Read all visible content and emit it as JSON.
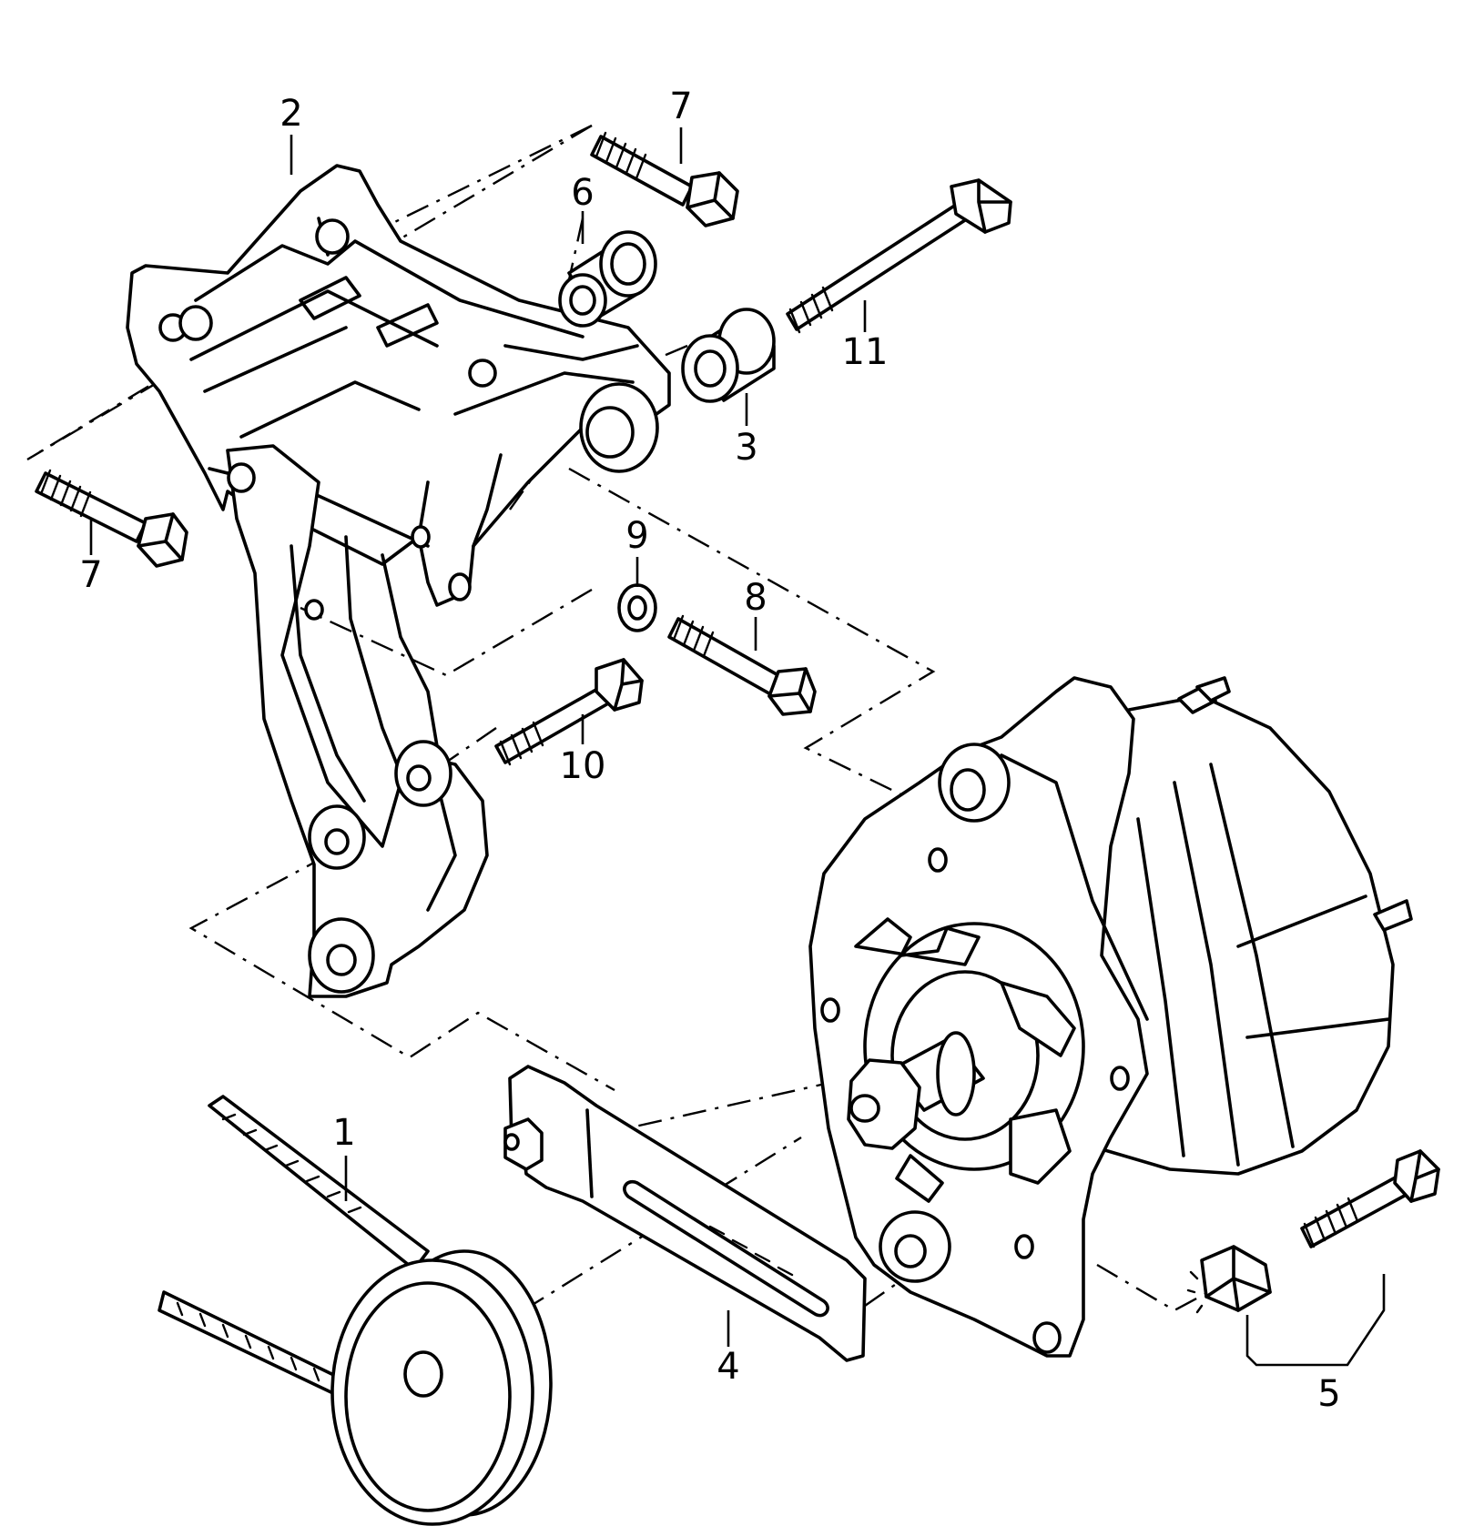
{
  "diagram": {
    "callouts": [
      "1",
      "2",
      "3",
      "4",
      "5",
      "6",
      "7",
      "7",
      "8",
      "9",
      "10",
      "11"
    ]
  }
}
